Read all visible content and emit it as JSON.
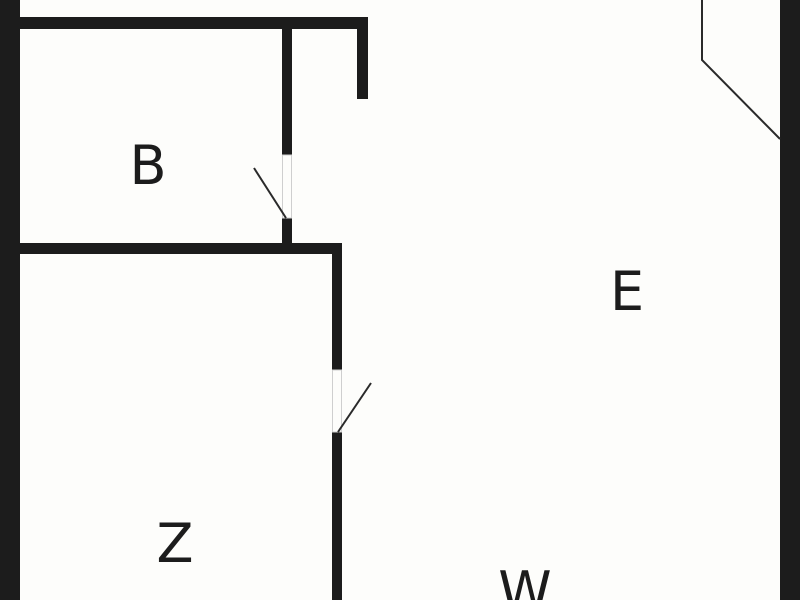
{
  "plan": {
    "rooms": [
      {
        "id": "B",
        "label": "B"
      },
      {
        "id": "E",
        "label": "E"
      },
      {
        "id": "Z",
        "label": "Z"
      },
      {
        "id": "W",
        "label": "W"
      }
    ],
    "colors": {
      "wall": "#1c1c1c",
      "background": "#fdfdfb"
    }
  }
}
